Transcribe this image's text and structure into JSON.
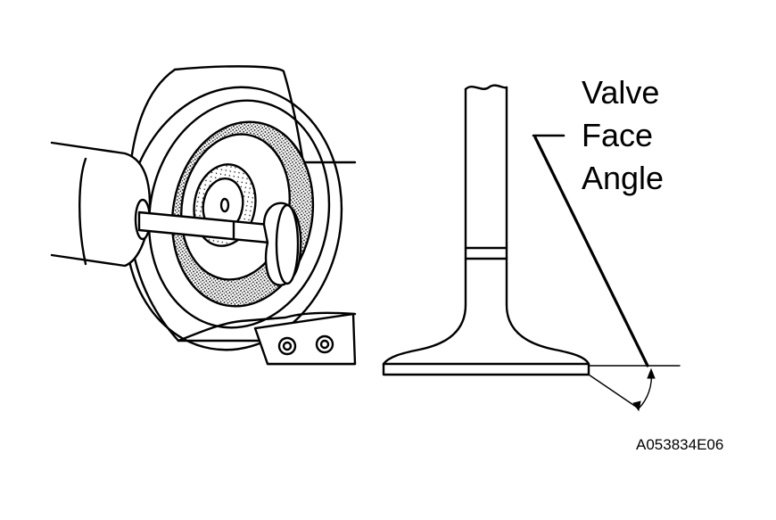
{
  "label": {
    "line1": "Valve",
    "line2": "Face",
    "line3": "Angle"
  },
  "figure_code": "A053834E06",
  "colors": {
    "ink": "#000000",
    "paper": "#ffffff",
    "shade": "#9a9a9a"
  }
}
